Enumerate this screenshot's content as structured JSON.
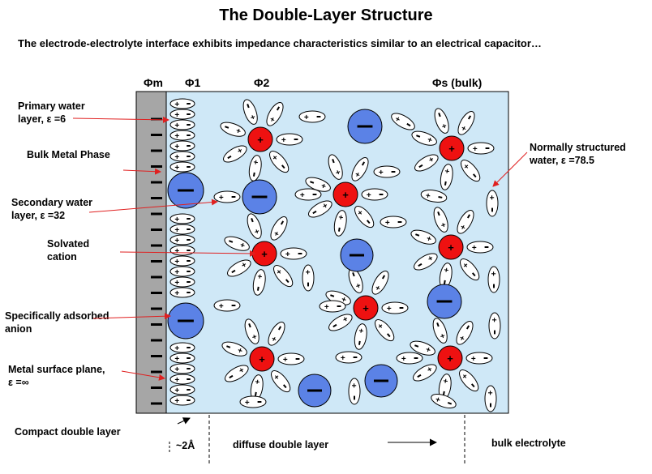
{
  "title": "The Double-Layer Structure",
  "subtitle": "The electrode-electrolyte interface exhibits impedance characteristics similar to an electrical capacitor…",
  "headers": {
    "phi_m": "Φm",
    "phi_1": "Φ1",
    "phi_2": "Φ2",
    "phi_s": "Φs (bulk)"
  },
  "labels": {
    "primary_water_1": "Primary water",
    "primary_water_2": "layer, ε =6",
    "bulk_metal": "Bulk Metal Phase",
    "secondary_water_1": "Secondary water",
    "secondary_water_2": "layer, ε =32",
    "solvated_1": "Solvated",
    "solvated_2": "cation",
    "adsorbed_1": "Specifically adsorbed",
    "adsorbed_2": "anion",
    "metal_surface_1": "Metal surface plane,",
    "metal_surface_2": "ε =∞",
    "normal_water_1": "Normally structured",
    "normal_water_2": "water, ε =78.5"
  },
  "bottom": {
    "compact": "Compact double layer",
    "distance": "~2Å",
    "diffuse": "diffuse double layer",
    "bulk": "bulk electrolyte"
  },
  "symbols": {
    "plus": "+",
    "minus": "–"
  },
  "colors": {
    "electrolyte": "#cfe8f7",
    "metal": "#a6a6a6",
    "cation": "#ee1111",
    "anion": "#5b82e6",
    "arrow": "#e02020"
  }
}
